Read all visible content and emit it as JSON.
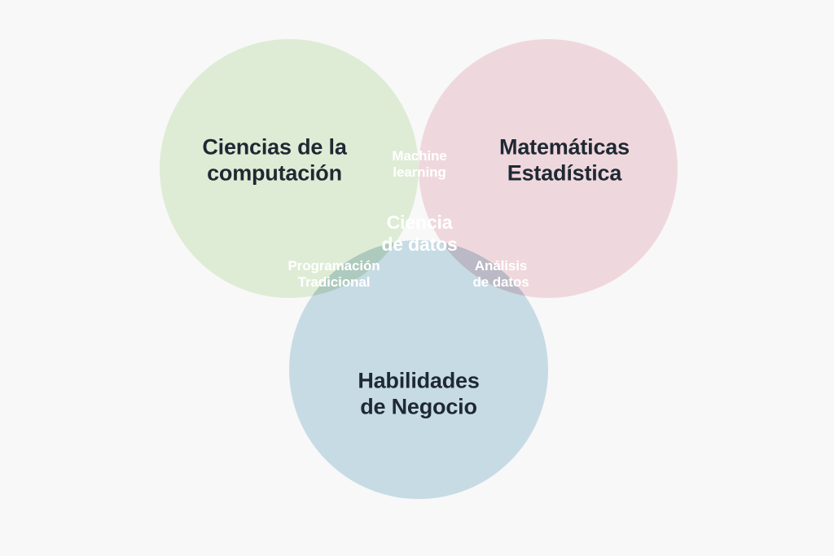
{
  "background_color": "#f8f8f9",
  "chart_data": {
    "type": "diagram",
    "subtype": "venn",
    "title": "",
    "sets": [
      {
        "id": "computer-science",
        "label": "Ciencias de la\ncomputación",
        "color": "#dfecd5",
        "position": "top-left",
        "center": [
          355,
          207
        ],
        "radius": 159
      },
      {
        "id": "mathematics-statistics",
        "label": "Matemáticas\nEstadística",
        "color": "#efd8dd",
        "position": "top-right",
        "center": [
          673,
          207
        ],
        "radius": 159
      },
      {
        "id": "business-skills",
        "label": "Habilidades\nde Negocio",
        "color": "#c7dbe4",
        "position": "bottom",
        "center": [
          514,
          454
        ],
        "radius": 159
      }
    ],
    "intersections": [
      {
        "id": "machine-learning",
        "label": "Machine\nlearning",
        "sets": [
          "computer-science",
          "mathematics-statistics"
        ],
        "color": "#dcc6c6",
        "center": [
          515,
          202
        ]
      },
      {
        "id": "traditional-programming",
        "label": "Programación\nTradicional",
        "sets": [
          "computer-science",
          "business-skills"
        ],
        "color": "#b0ccc8",
        "center": [
          410,
          337
        ]
      },
      {
        "id": "data-analysis",
        "label": "Análisis\nde datos",
        "sets": [
          "mathematics-statistics",
          "business-skills"
        ],
        "color": "#cdc3d7",
        "center": [
          615,
          337
        ]
      },
      {
        "id": "data-science",
        "label": "Ciencia\nde datos",
        "sets": [
          "computer-science",
          "mathematics-statistics",
          "business-skills"
        ],
        "color": "#9b9cab",
        "center": [
          515,
          287
        ]
      }
    ],
    "label_colors": {
      "primary": "#1f2933",
      "intersection": "#ffffff"
    }
  },
  "diagram": {
    "sets": {
      "computer_science": "Ciencias de la\ncomputación",
      "mathematics_statistics": "Matemáticas\nEstadística",
      "business_skills": "Habilidades\nde Negocio"
    },
    "intersections": {
      "machine_learning": "Machine\nlearning",
      "traditional_programming": "Programación\nTradicional",
      "data_analysis": "Análisis\nde datos",
      "data_science": "Ciencia\nde datos"
    }
  }
}
